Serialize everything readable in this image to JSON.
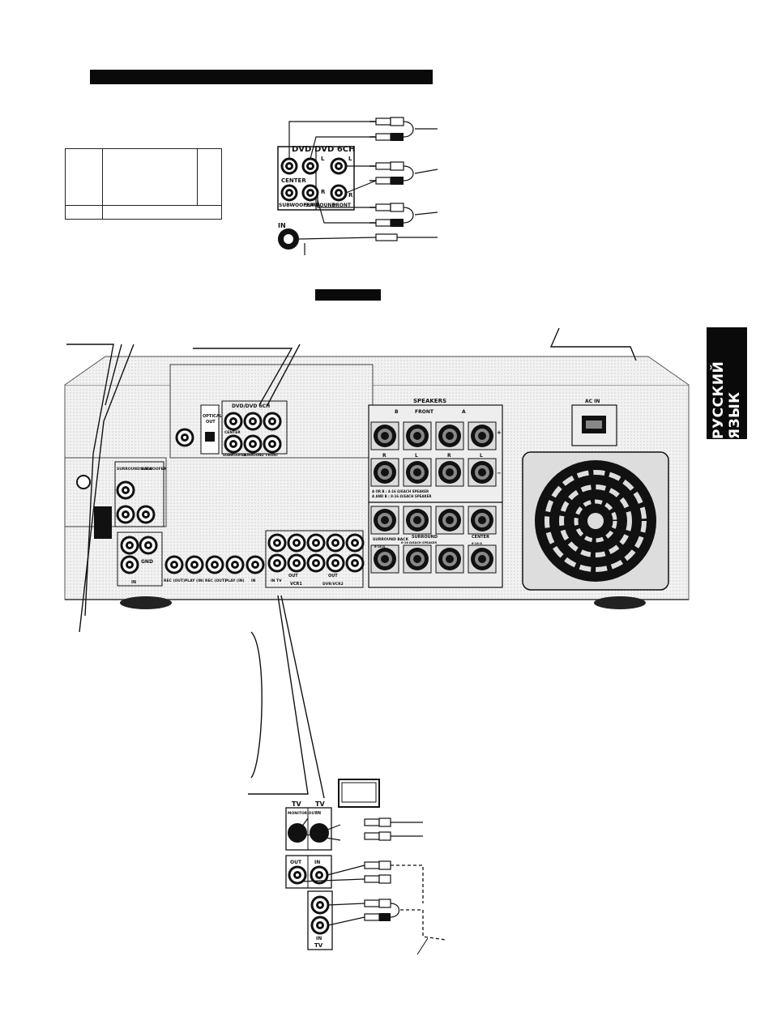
{
  "sidebar_tab": {
    "label": "РУССКИЙ ЯЗЫК"
  },
  "top_detail": {
    "group_label": "DVD/DVD 6CH",
    "center": "CENTER",
    "subwoofer": "SUBWOOFER",
    "surround": "SURROUND",
    "front": "FRONT",
    "left": "L",
    "right": "R",
    "in": "IN"
  },
  "rear_panel": {
    "optical_out_line1": "OPTICAL",
    "optical_out_line2": "OUT",
    "dvd_group": "DVD/DVD 6CH",
    "center": "CENTER",
    "subwoofer": "SUBWOOFER",
    "surround": "SURROUND",
    "front": "FRONT",
    "surround_back": "SURROUND BACK",
    "subwoofer_pre": "SUBWOOFER",
    "gnd": "GND",
    "rec_out": "REC (OUT)",
    "play_in": "PLAY (IN)",
    "in": "IN",
    "tv_in": "IN TV",
    "out": "OUT",
    "vcr1": "VCR1",
    "dvr_vcr2": "DVR/VCR2",
    "speakers": "SPEAKERS",
    "front_spk": "FRONT",
    "b": "B",
    "a": "A",
    "r": "R",
    "l": "L",
    "impedance_a_or_b": "A OR B : 4-16 Ω/EACH SPEAKER",
    "impedance_a_and_b": "A AND B : 8-16 Ω/EACH SPEAKER",
    "surround_back_spk": "SURROUND BACK",
    "surround_spk": "SURROUND",
    "center_spk": "CENTER",
    "surround_imp": "6-16 Ω/EACH SPEAKER",
    "ohm1": "6-16 Ω",
    "ohm2": "6-16 Ω",
    "ac_in": "AC IN",
    "plus": "+",
    "minus": "−"
  },
  "bottom_detail": {
    "tv_monitor_group": "TV",
    "monitor_out": "MONITOR OUT",
    "tv_group": "TV",
    "tv_in": "IN",
    "out": "OUT",
    "in": "IN",
    "in_tv_line1": "IN",
    "in_tv_line2": "TV"
  }
}
